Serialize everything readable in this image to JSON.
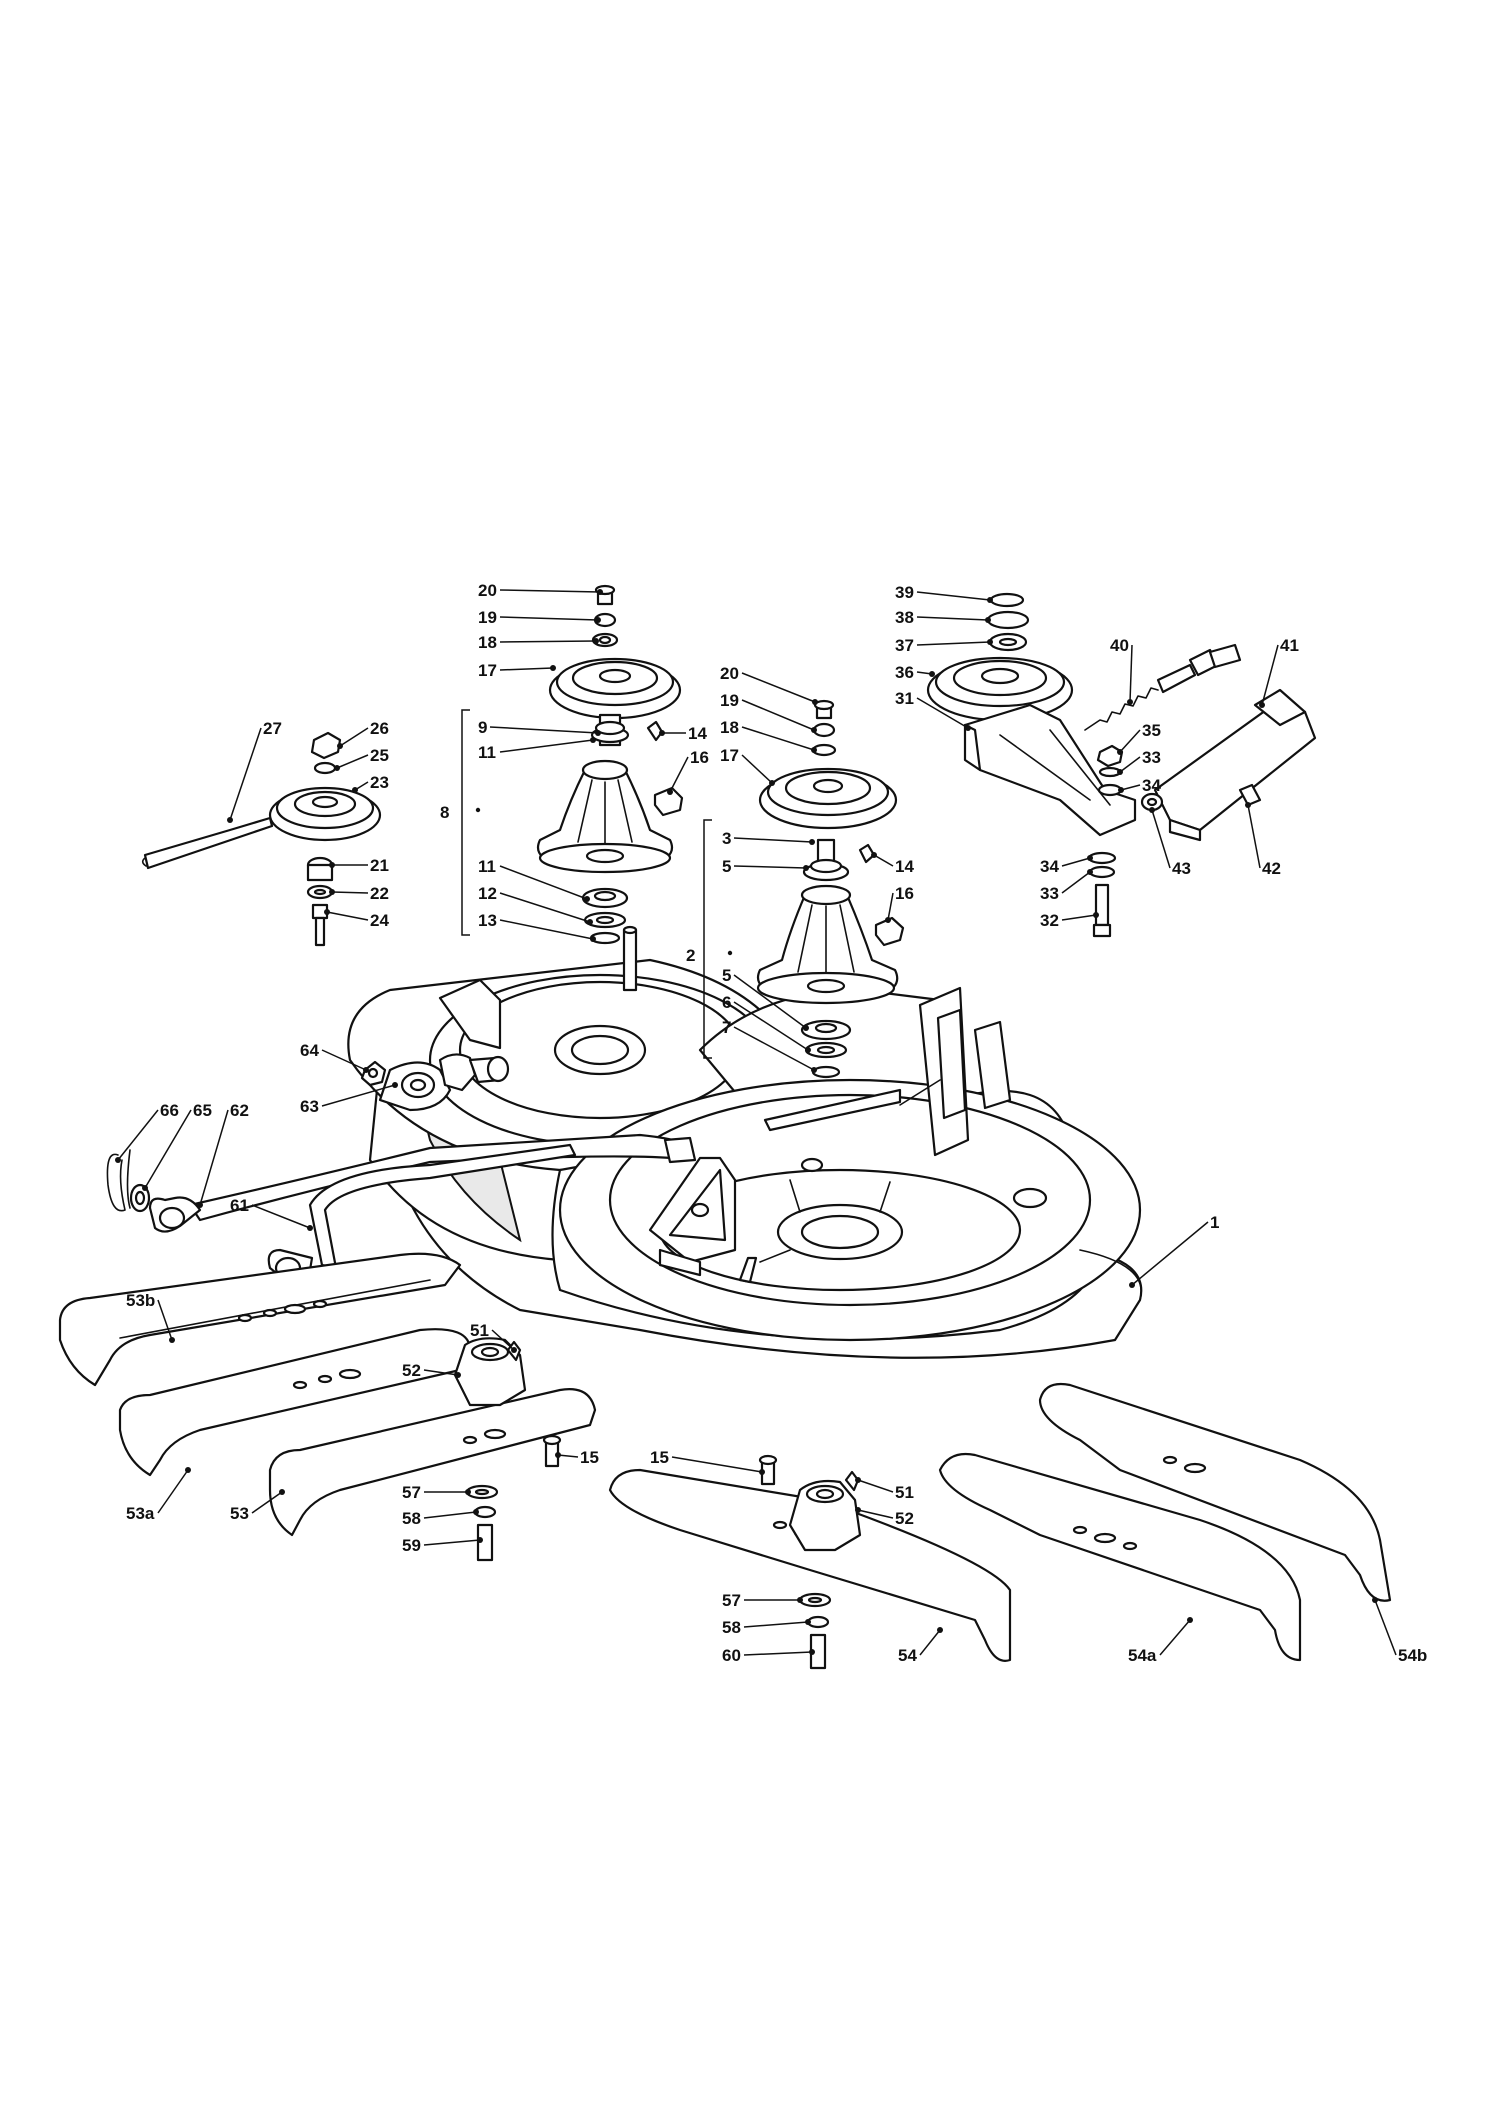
{
  "colors": {
    "ink": "#111111",
    "paper": "#ffffff",
    "shade": "#e9e9e9"
  },
  "callouts": [
    {
      "id": "c20a",
      "text": "20"
    },
    {
      "id": "c19a",
      "text": "19"
    },
    {
      "id": "c18a",
      "text": "18"
    },
    {
      "id": "c17a",
      "text": "17"
    },
    {
      "id": "c9",
      "text": "9"
    },
    {
      "id": "c11a",
      "text": "11"
    },
    {
      "id": "c14a",
      "text": "14"
    },
    {
      "id": "c16a",
      "text": "16"
    },
    {
      "id": "c8",
      "text": "8"
    },
    {
      "id": "c11b",
      "text": "11"
    },
    {
      "id": "c12",
      "text": "12"
    },
    {
      "id": "c13",
      "text": "13"
    },
    {
      "id": "c20b",
      "text": "20"
    },
    {
      "id": "c19b",
      "text": "19"
    },
    {
      "id": "c18b",
      "text": "18"
    },
    {
      "id": "c17b",
      "text": "17"
    },
    {
      "id": "c3",
      "text": "3"
    },
    {
      "id": "c5a",
      "text": "5"
    },
    {
      "id": "c14b",
      "text": "14"
    },
    {
      "id": "c16b",
      "text": "16"
    },
    {
      "id": "c2",
      "text": "2"
    },
    {
      "id": "c5b",
      "text": "5"
    },
    {
      "id": "c6",
      "text": "6"
    },
    {
      "id": "c7",
      "text": "7"
    },
    {
      "id": "c39",
      "text": "39"
    },
    {
      "id": "c38",
      "text": "38"
    },
    {
      "id": "c37",
      "text": "37"
    },
    {
      "id": "c36",
      "text": "36"
    },
    {
      "id": "c31",
      "text": "31"
    },
    {
      "id": "c40",
      "text": "40"
    },
    {
      "id": "c41",
      "text": "41"
    },
    {
      "id": "c35",
      "text": "35"
    },
    {
      "id": "c33a",
      "text": "33"
    },
    {
      "id": "c34a",
      "text": "34"
    },
    {
      "id": "c43",
      "text": "43"
    },
    {
      "id": "c42",
      "text": "42"
    },
    {
      "id": "c34b",
      "text": "34"
    },
    {
      "id": "c33b",
      "text": "33"
    },
    {
      "id": "c32",
      "text": "32"
    },
    {
      "id": "c27",
      "text": "27"
    },
    {
      "id": "c26",
      "text": "26"
    },
    {
      "id": "c25",
      "text": "25"
    },
    {
      "id": "c23",
      "text": "23"
    },
    {
      "id": "c21",
      "text": "21"
    },
    {
      "id": "c22",
      "text": "22"
    },
    {
      "id": "c24",
      "text": "24"
    },
    {
      "id": "c64",
      "text": "64"
    },
    {
      "id": "c63",
      "text": "63"
    },
    {
      "id": "c66",
      "text": "66"
    },
    {
      "id": "c65",
      "text": "65"
    },
    {
      "id": "c62",
      "text": "62"
    },
    {
      "id": "c61",
      "text": "61"
    },
    {
      "id": "c1",
      "text": "1"
    },
    {
      "id": "c53b",
      "text": "53b"
    },
    {
      "id": "c51a",
      "text": "51"
    },
    {
      "id": "c52a",
      "text": "52"
    },
    {
      "id": "c15a",
      "text": "15"
    },
    {
      "id": "c53a",
      "text": "53a"
    },
    {
      "id": "c53",
      "text": "53"
    },
    {
      "id": "c57a",
      "text": "57"
    },
    {
      "id": "c58a",
      "text": "58"
    },
    {
      "id": "c59",
      "text": "59"
    },
    {
      "id": "c15b",
      "text": "15"
    },
    {
      "id": "c51b",
      "text": "51"
    },
    {
      "id": "c52b",
      "text": "52"
    },
    {
      "id": "c57b",
      "text": "57"
    },
    {
      "id": "c58b",
      "text": "58"
    },
    {
      "id": "c60",
      "text": "60"
    },
    {
      "id": "c54",
      "text": "54"
    },
    {
      "id": "c54a",
      "text": "54a"
    },
    {
      "id": "c54b",
      "text": "54b"
    }
  ]
}
